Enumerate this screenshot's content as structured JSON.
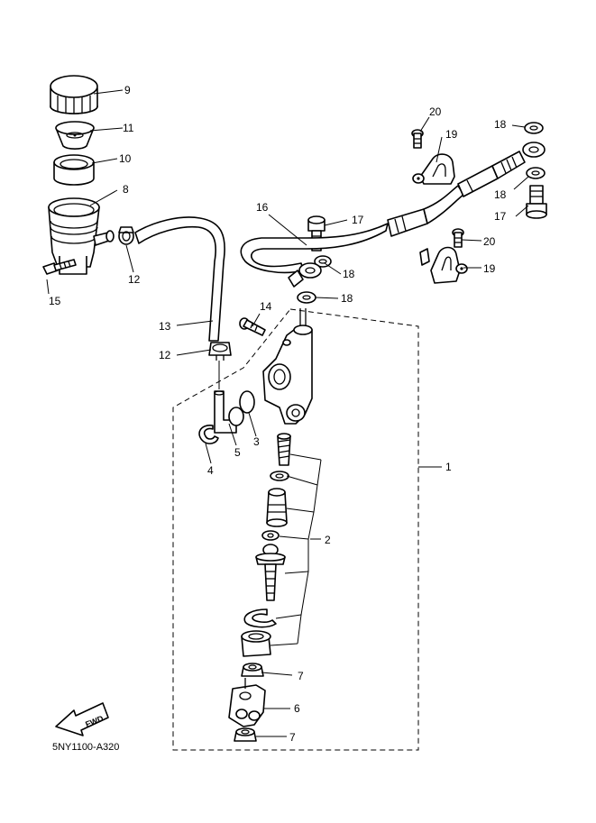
{
  "diagram_code": "5NY1100-A320",
  "fwd_label": "FWD",
  "callouts": [
    {
      "id": "c1",
      "text": "1"
    },
    {
      "id": "c2",
      "text": "2"
    },
    {
      "id": "c3",
      "text": "3"
    },
    {
      "id": "c4",
      "text": "4"
    },
    {
      "id": "c5",
      "text": "5"
    },
    {
      "id": "c6",
      "text": "6"
    },
    {
      "id": "c7a",
      "text": "7"
    },
    {
      "id": "c7b",
      "text": "7"
    },
    {
      "id": "c8",
      "text": "8"
    },
    {
      "id": "c9",
      "text": "9"
    },
    {
      "id": "c10",
      "text": "10"
    },
    {
      "id": "c11",
      "text": "11"
    },
    {
      "id": "c12a",
      "text": "12"
    },
    {
      "id": "c12b",
      "text": "12"
    },
    {
      "id": "c13",
      "text": "13"
    },
    {
      "id": "c14",
      "text": "14"
    },
    {
      "id": "c15",
      "text": "15"
    },
    {
      "id": "c16",
      "text": "16"
    },
    {
      "id": "c17a",
      "text": "17"
    },
    {
      "id": "c17b",
      "text": "17"
    },
    {
      "id": "c18a",
      "text": "18"
    },
    {
      "id": "c18b",
      "text": "18"
    },
    {
      "id": "c18c",
      "text": "18"
    },
    {
      "id": "c18d",
      "text": "18"
    },
    {
      "id": "c19a",
      "text": "19"
    },
    {
      "id": "c19b",
      "text": "19"
    },
    {
      "id": "c20a",
      "text": "20"
    },
    {
      "id": "c20b",
      "text": "20"
    }
  ]
}
